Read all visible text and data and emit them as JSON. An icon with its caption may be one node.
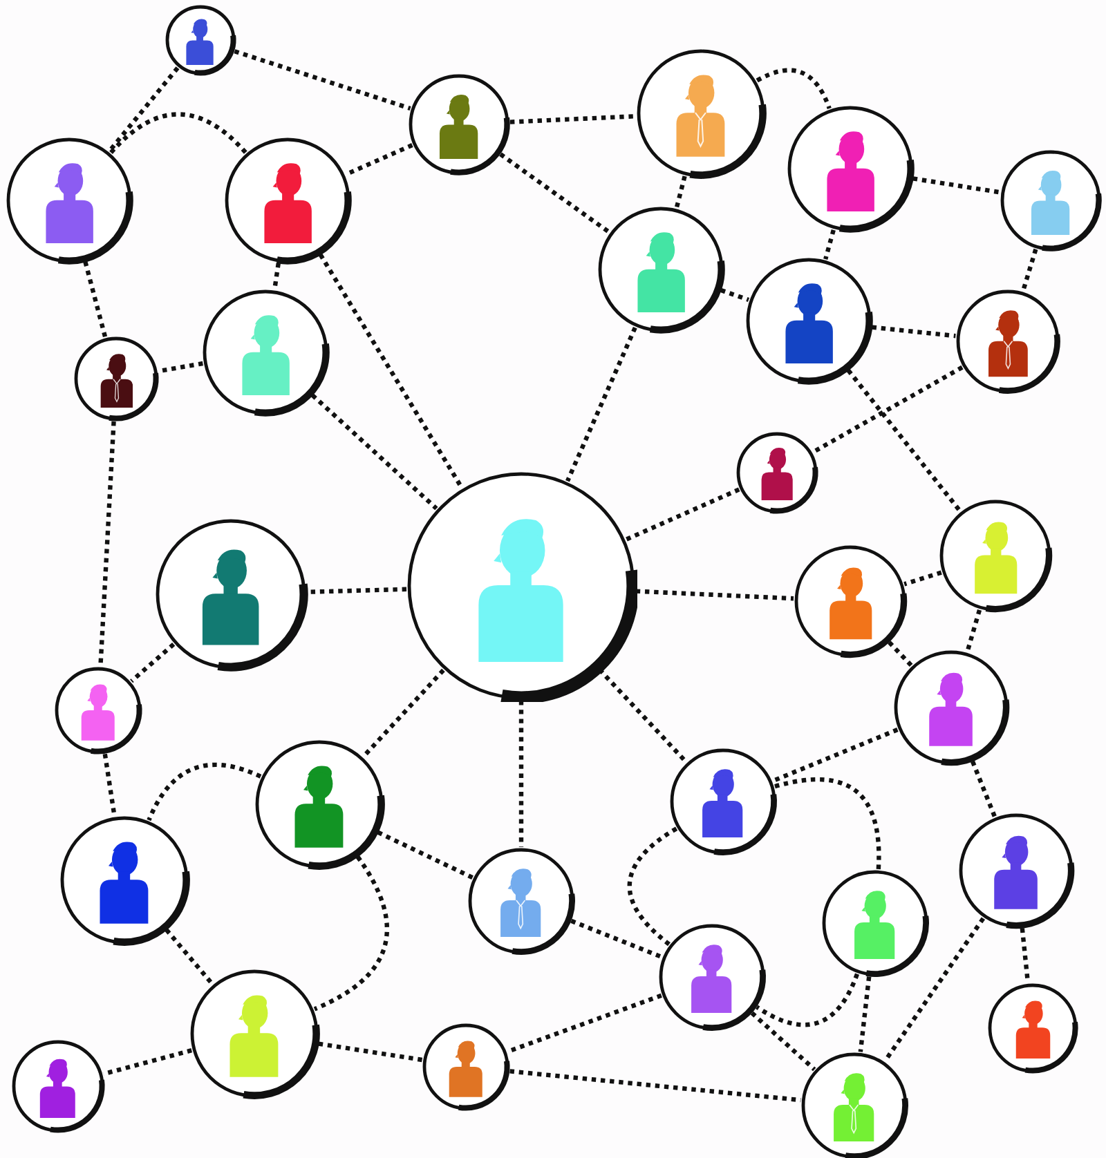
{
  "diagram": {
    "nodes": [
      {
        "text": [],
        "shape": "person"
      },
      {
        "text": [],
        "shape": "person"
      },
      {
        "text": [],
        "shape": "person"
      },
      {
        "text": [],
        "shape": "person"
      },
      {
        "text": [],
        "shape": "person"
      },
      {
        "text": [],
        "shape": "person"
      },
      {
        "text": [],
        "shape": "person"
      },
      {
        "text": [],
        "shape": "person"
      },
      {
        "text": [],
        "shape": "person"
      },
      {
        "text": [],
        "shape": "person"
      },
      {
        "text": [],
        "shape": "person"
      },
      {
        "text": [],
        "shape": "person"
      },
      {
        "text": [],
        "shape": "person"
      },
      {
        "text": [],
        "shape": "person"
      },
      {
        "text": [],
        "shape": "person"
      },
      {
        "text": [],
        "shape": "person"
      },
      {
        "text": [],
        "shape": "person"
      },
      {
        "text": [],
        "shape": "person"
      },
      {
        "text": [],
        "shape": "person"
      },
      {
        "text": [],
        "shape": "person"
      },
      {
        "text": [],
        "shape": "person"
      },
      {
        "text": [],
        "shape": "person"
      },
      {
        "text": [],
        "shape": "person"
      },
      {
        "text": [],
        "shape": "person"
      },
      {
        "text": [],
        "shape": "person"
      },
      {
        "text": [],
        "shape": "person"
      },
      {
        "text": [],
        "shape": "person"
      },
      {
        "text": [],
        "shape": "person"
      },
      {
        "text": [],
        "shape": "person"
      },
      {
        "text": [],
        "shape": "person"
      },
      {
        "text": [],
        "shape": "person"
      }
    ],
    "edges": [
      {
        "from": 0,
        "to": 1,
        "arrow": "none"
      },
      {
        "from": 0,
        "to": 3,
        "arrow": "none"
      },
      {
        "from": 1,
        "to": 2,
        "arrow": "none"
      },
      {
        "from": 1,
        "to": 4,
        "arrow": "none"
      },
      {
        "from": 1,
        "to": 7,
        "arrow": "none"
      },
      {
        "from": 3,
        "to": 4,
        "arrow": "none"
      },
      {
        "from": 2,
        "to": 5,
        "arrow": "none"
      },
      {
        "from": 2,
        "to": 7,
        "arrow": "none"
      },
      {
        "from": 3,
        "to": 11,
        "arrow": "none"
      },
      {
        "from": 4,
        "to": 9,
        "arrow": "none"
      },
      {
        "from": 4,
        "to": 14,
        "arrow": "none"
      },
      {
        "from": 5,
        "to": 6,
        "arrow": "none"
      },
      {
        "from": 5,
        "to": 8,
        "arrow": "none"
      },
      {
        "from": 6,
        "to": 10,
        "arrow": "none"
      },
      {
        "from": 7,
        "to": 8,
        "arrow": "none"
      },
      {
        "from": 7,
        "to": 14,
        "arrow": "none"
      },
      {
        "from": 8,
        "to": 10,
        "arrow": "none"
      },
      {
        "from": 8,
        "to": 13,
        "arrow": "none"
      },
      {
        "from": 9,
        "to": 11,
        "arrow": "none"
      },
      {
        "from": 9,
        "to": 14,
        "arrow": "none"
      },
      {
        "from": 10,
        "to": 12,
        "arrow": "none"
      },
      {
        "from": 11,
        "to": 18,
        "arrow": "none"
      },
      {
        "from": 12,
        "to": 14,
        "arrow": "none"
      },
      {
        "from": 13,
        "to": 16,
        "arrow": "none"
      },
      {
        "from": 13,
        "to": 17,
        "arrow": "none"
      },
      {
        "from": 14,
        "to": 15,
        "arrow": "none"
      },
      {
        "from": 14,
        "to": 16,
        "arrow": "none"
      },
      {
        "from": 14,
        "to": 19,
        "arrow": "none"
      },
      {
        "from": 14,
        "to": 20,
        "arrow": "none"
      },
      {
        "from": 14,
        "to": 23,
        "arrow": "none"
      },
      {
        "from": 15,
        "to": 18,
        "arrow": "none"
      },
      {
        "from": 16,
        "to": 17,
        "arrow": "none"
      },
      {
        "from": 17,
        "to": 19,
        "arrow": "none"
      },
      {
        "from": 17,
        "to": 21,
        "arrow": "none"
      },
      {
        "from": 18,
        "to": 22,
        "arrow": "none"
      },
      {
        "from": 19,
        "to": 24,
        "arrow": "none"
      },
      {
        "from": 19,
        "to": 25,
        "arrow": "none"
      },
      {
        "from": 20,
        "to": 22,
        "arrow": "none"
      },
      {
        "from": 20,
        "to": 23,
        "arrow": "none"
      },
      {
        "from": 20,
        "to": 26,
        "arrow": "none"
      },
      {
        "from": 21,
        "to": 27,
        "arrow": "none"
      },
      {
        "from": 21,
        "to": 30,
        "arrow": "none"
      },
      {
        "from": 22,
        "to": 26,
        "arrow": "none"
      },
      {
        "from": 23,
        "to": 25,
        "arrow": "none"
      },
      {
        "from": 24,
        "to": 25,
        "arrow": "none"
      },
      {
        "from": 24,
        "to": 30,
        "arrow": "none"
      },
      {
        "from": 25,
        "to": 30,
        "arrow": "none"
      },
      {
        "from": 25,
        "to": 29,
        "arrow": "none"
      },
      {
        "from": 26,
        "to": 28,
        "arrow": "none"
      },
      {
        "from": 26,
        "to": 29,
        "arrow": "none"
      },
      {
        "from": 29,
        "to": 30,
        "arrow": "none"
      }
    ]
  }
}
